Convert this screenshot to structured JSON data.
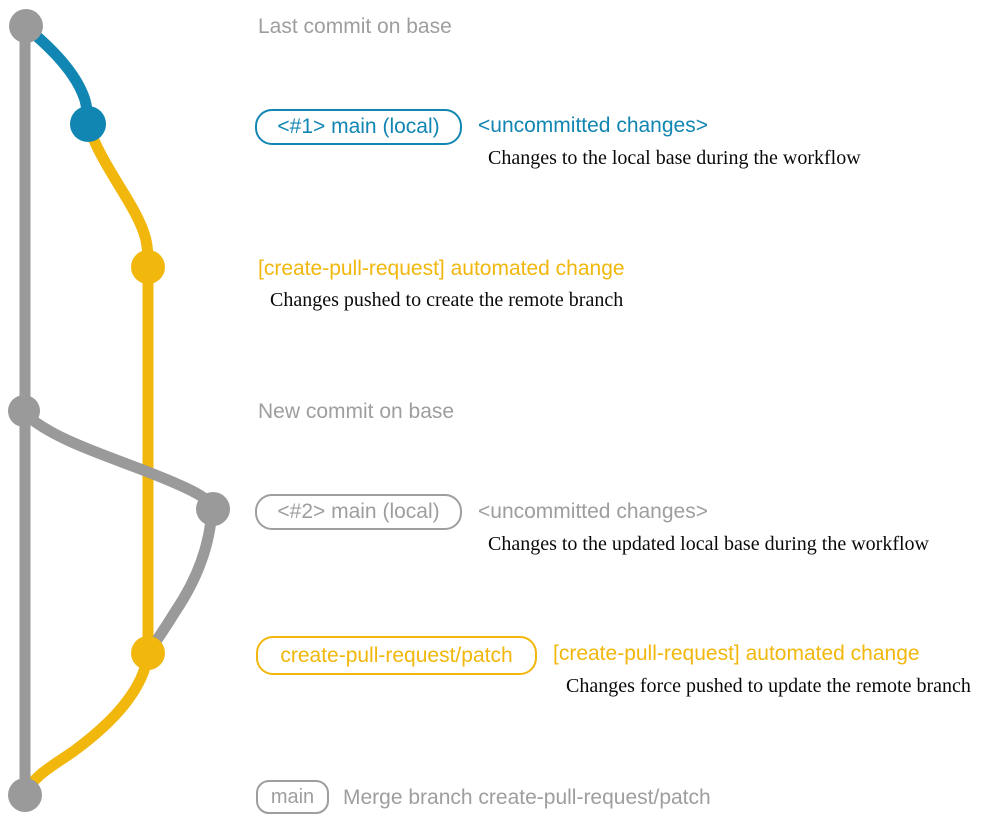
{
  "colors": {
    "gray": "#9A9A9A",
    "blue": "#1286B2",
    "yellow": "#F2B70D",
    "text_gray": "#9E9E9E",
    "black": "#0A0A0A",
    "background": "#FFFFFF"
  },
  "graph": {
    "branches": [
      {
        "name": "base",
        "color": "#9A9A9A"
      },
      {
        "name": "main (local)",
        "color": "#1286B2"
      },
      {
        "name": "create-pull-request/patch",
        "color": "#F2B70D"
      }
    ],
    "commits": [
      {
        "id": "last-commit-on-base",
        "branch": "base"
      },
      {
        "id": "uncommitted-changes-1",
        "branch": "main (local)"
      },
      {
        "id": "automated-change-1",
        "branch": "create-pull-request/patch"
      },
      {
        "id": "new-commit-on-base",
        "branch": "base"
      },
      {
        "id": "uncommitted-changes-2",
        "branch": "main (local)"
      },
      {
        "id": "automated-change-2",
        "branch": "create-pull-request/patch"
      },
      {
        "id": "merge-commit",
        "branch": "base"
      }
    ]
  },
  "annotations": {
    "last_commit_heading": "Last commit on base",
    "row1": {
      "badge": "<#1> main (local)",
      "label": "<uncommitted changes>",
      "description": "Changes to the local base during the workflow"
    },
    "row2": {
      "label": "[create-pull-request] automated change",
      "description": "Changes pushed to create the remote branch"
    },
    "new_commit_heading": "New commit on base",
    "row3": {
      "badge": "<#2> main (local)",
      "label": "<uncommitted changes>",
      "description": "Changes to the updated local base during the workflow"
    },
    "row4": {
      "badge": "create-pull-request/patch",
      "label": "[create-pull-request] automated change",
      "description": "Changes force pushed to update the remote branch"
    },
    "row5": {
      "badge": "main",
      "label": "Merge branch create-pull-request/patch"
    }
  }
}
